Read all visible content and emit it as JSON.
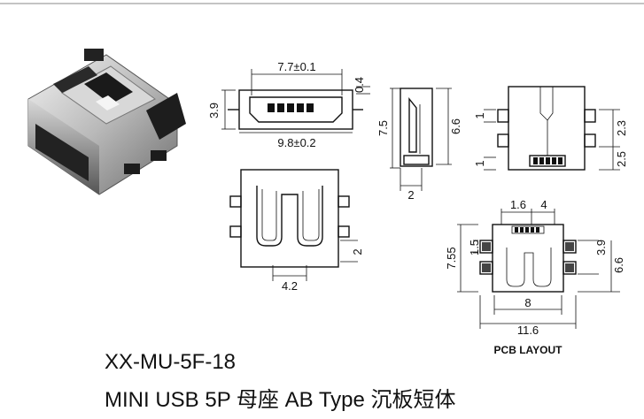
{
  "product": {
    "part_number": "XX-MU-5F-18",
    "description": "MINI USB 5P 母座 AB Type 沉板短体"
  },
  "front_view": {
    "width_top": "7.7±0.1",
    "width_bottom": "9.8±0.2",
    "height_left": "3.9",
    "flange": "0.4"
  },
  "side_view": {
    "height": "7.5",
    "body": "6.6",
    "step": "2"
  },
  "rear_view": {
    "top_a": "1",
    "top_b": "1",
    "right_a": "2.3",
    "right_b": "2.5"
  },
  "top_view": {
    "pin_width": "4.2",
    "standoff": "2"
  },
  "pcb_layout": {
    "label": "PCB LAYOUT",
    "top_a": "1.6",
    "top_b": "4",
    "left_a": "7.55",
    "left_b": "1.5",
    "right_a": "3.9",
    "right_b": "6.6",
    "bottom_a": "8",
    "bottom_b": "11.6"
  }
}
